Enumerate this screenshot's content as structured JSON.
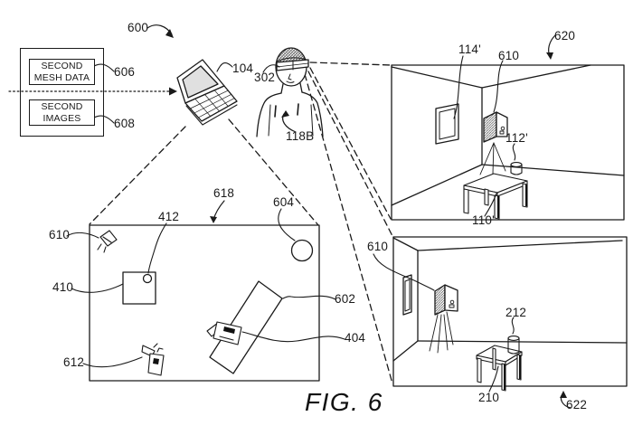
{
  "figure": {
    "caption": "FIG. 6",
    "data_boxes": {
      "mesh": "SECOND MESH DATA",
      "images": "SECOND IMAGES"
    },
    "labels": {
      "n600": "600",
      "n606": "606",
      "n608": "608",
      "n104": "104",
      "n302": "302",
      "n118B": "118B",
      "n618": "618",
      "n604": "604",
      "n610_screen": "610",
      "n412": "412",
      "n410": "410",
      "n612": "612",
      "n602": "602",
      "n404": "404",
      "n114p": "114'",
      "n610_room1": "610",
      "n620": "620",
      "n112p": "112'",
      "n110p": "110'",
      "n610_room2": "610",
      "n212": "212",
      "n210": "210",
      "n622": "622"
    },
    "colors": {
      "ink": "#1a1a1a",
      "background": "#ffffff",
      "screen_fill": "#e0e0e0"
    }
  }
}
